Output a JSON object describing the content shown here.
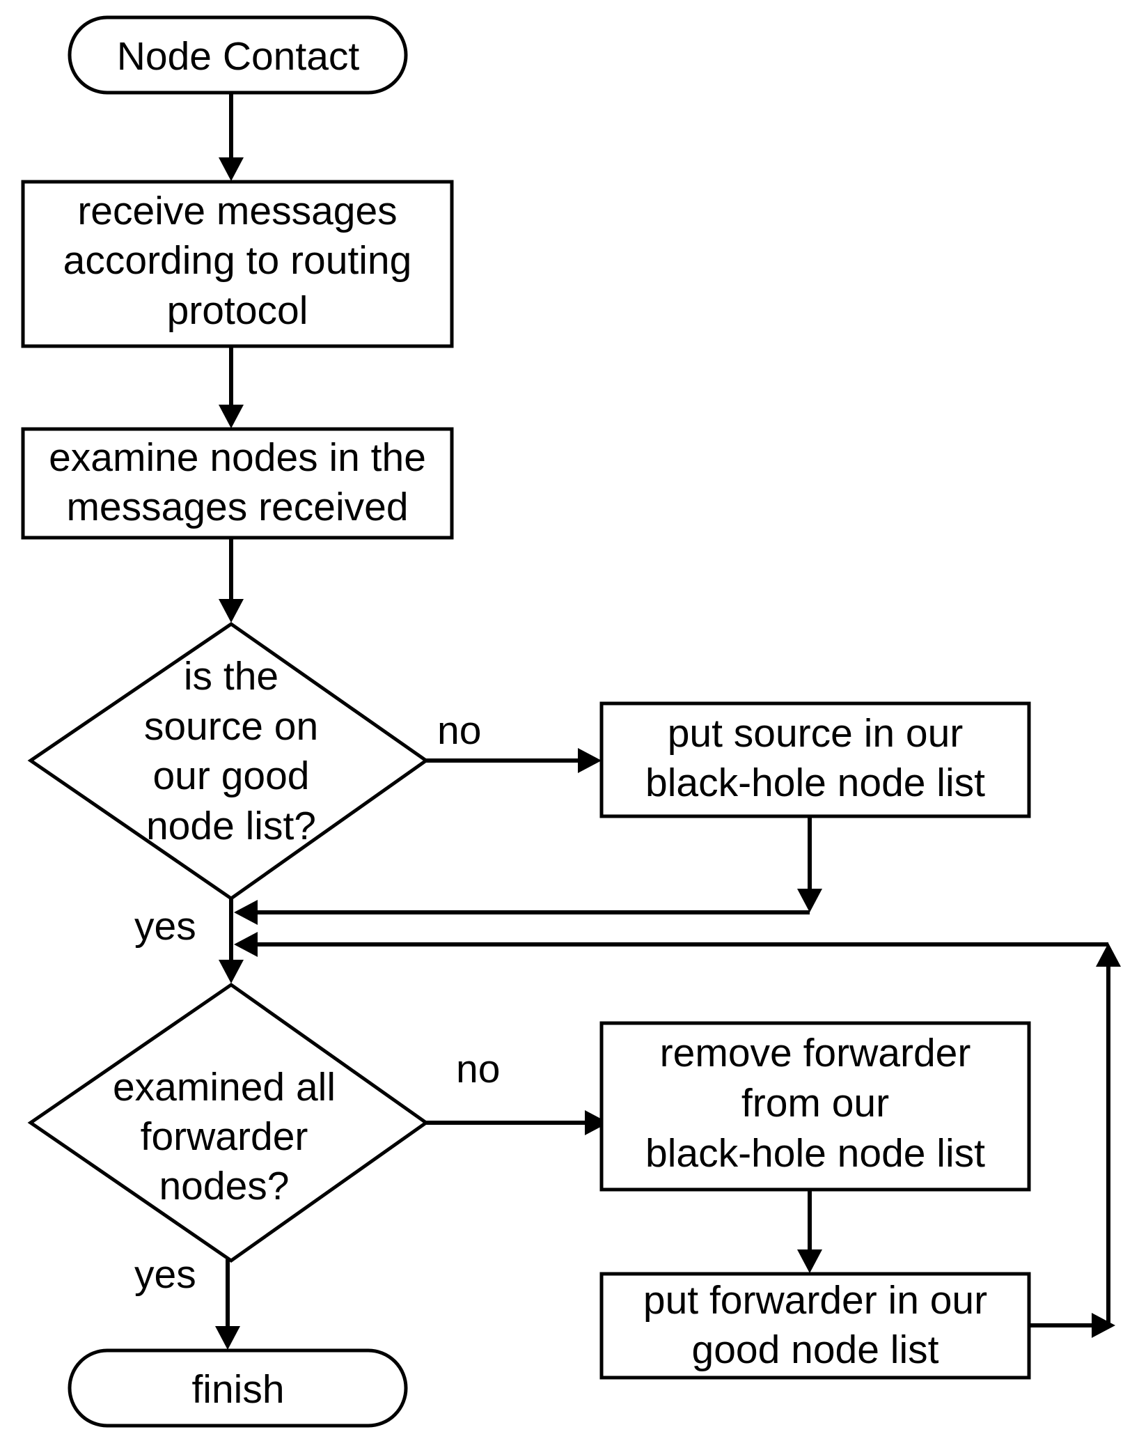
{
  "flowchart": {
    "start": {
      "label": "Node Contact"
    },
    "receive": {
      "lines": [
        "receive messages",
        "according to routing",
        "protocol"
      ]
    },
    "examine": {
      "lines": [
        "examine nodes in the",
        "messages received"
      ]
    },
    "decision_source": {
      "lines": [
        "is the",
        "source on",
        "our good",
        "node list?"
      ]
    },
    "blackhole_add": {
      "lines": [
        "put source in our",
        "black-hole node list"
      ]
    },
    "decision_forwarders": {
      "lines": [
        "examined all",
        "forwarder",
        "nodes?"
      ]
    },
    "remove_forwarder": {
      "lines": [
        "remove forwarder",
        "from our",
        "black-hole node list"
      ]
    },
    "good_add": {
      "lines": [
        "put forwarder in our",
        "good node list"
      ]
    },
    "finish": {
      "label": "finish"
    },
    "edges": {
      "source_no": "no",
      "source_yes": "yes",
      "forwarders_no": "no",
      "forwarders_yes": "yes"
    }
  }
}
